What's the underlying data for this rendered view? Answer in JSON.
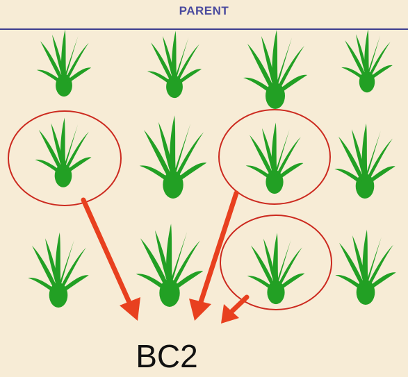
{
  "labels": {
    "parent": "PARENT",
    "result": "BC2"
  },
  "colors": {
    "background": "#f7ecd6",
    "plant": "#22a024",
    "selection_circle": "#cc2a1f",
    "arrow": "#e8401f",
    "parent_line": "#3d3d8f"
  },
  "plants": {
    "rows": 3,
    "columns": 4,
    "selected": [
      "row2-col1",
      "row2-col3",
      "row3-col3"
    ]
  },
  "icons": {
    "plant": "plant-icon",
    "selection": "selection-circle",
    "arrow": "arrow-to-bc2"
  }
}
